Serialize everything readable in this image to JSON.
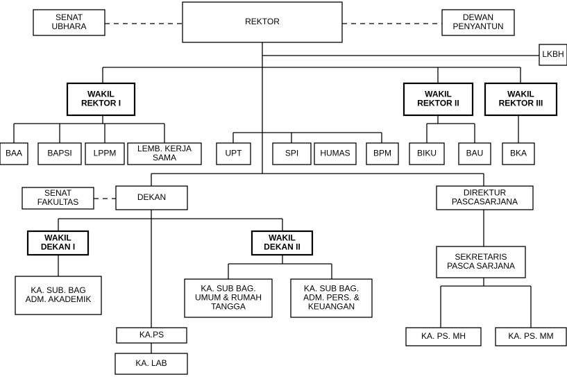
{
  "nodes": {
    "senat_ubhara": [
      "SENAT",
      "UBHARA"
    ],
    "rektor": [
      "REKTOR"
    ],
    "dewan_penyantun": [
      "DEWAN",
      "PENYANTUN"
    ],
    "lkbh": [
      "LKBH"
    ],
    "wakil_rektor_1": [
      "WAKIL",
      "REKTOR I"
    ],
    "wakil_rektor_2": [
      "WAKIL",
      "REKTOR II"
    ],
    "wakil_rektor_3": [
      "WAKIL",
      "REKTOR III"
    ],
    "baa": [
      "BAA"
    ],
    "bapsi": [
      "BAPSI"
    ],
    "lppm": [
      "LPPM"
    ],
    "lemb_kerja_sama": [
      "LEMB. KERJA",
      "SAMA"
    ],
    "upt": [
      "UPT"
    ],
    "spi": [
      "SPI"
    ],
    "humas": [
      "HUMAS"
    ],
    "bpm": [
      "BPM"
    ],
    "biku": [
      "BIKU"
    ],
    "bau": [
      "BAU"
    ],
    "bka": [
      "BKA"
    ],
    "senat_fakultas": [
      "SENAT",
      "FAKULTAS"
    ],
    "dekan": [
      "DEKAN"
    ],
    "direktur_pascasarjana": [
      "DIREKTUR",
      "PASCASARJANA"
    ],
    "wakil_dekan_1": [
      "WAKIL",
      "DEKAN I"
    ],
    "wakil_dekan_2": [
      "WAKIL",
      "DEKAN II"
    ],
    "sekretaris_pasca": [
      "SEKRETARIS",
      "PASCA SARJANA"
    ],
    "ka_sub_bag_akademik": [
      "KA. SUB. BAG",
      "ADM. AKADEMIK"
    ],
    "ka_sub_bag_umum": [
      "KA. SUB BAG.",
      "UMUM & RUMAH",
      "TANGGA"
    ],
    "ka_sub_bag_keuangan": [
      "KA. SUB BAG.",
      "ADM. PERS. &",
      "KEUANGAN"
    ],
    "ka_ps": [
      "KA.PS"
    ],
    "ka_lab": [
      "KA. LAB"
    ],
    "ka_ps_mh": [
      "KA. PS. MH"
    ],
    "ka_ps_mm": [
      "KA. PS. MM"
    ]
  }
}
